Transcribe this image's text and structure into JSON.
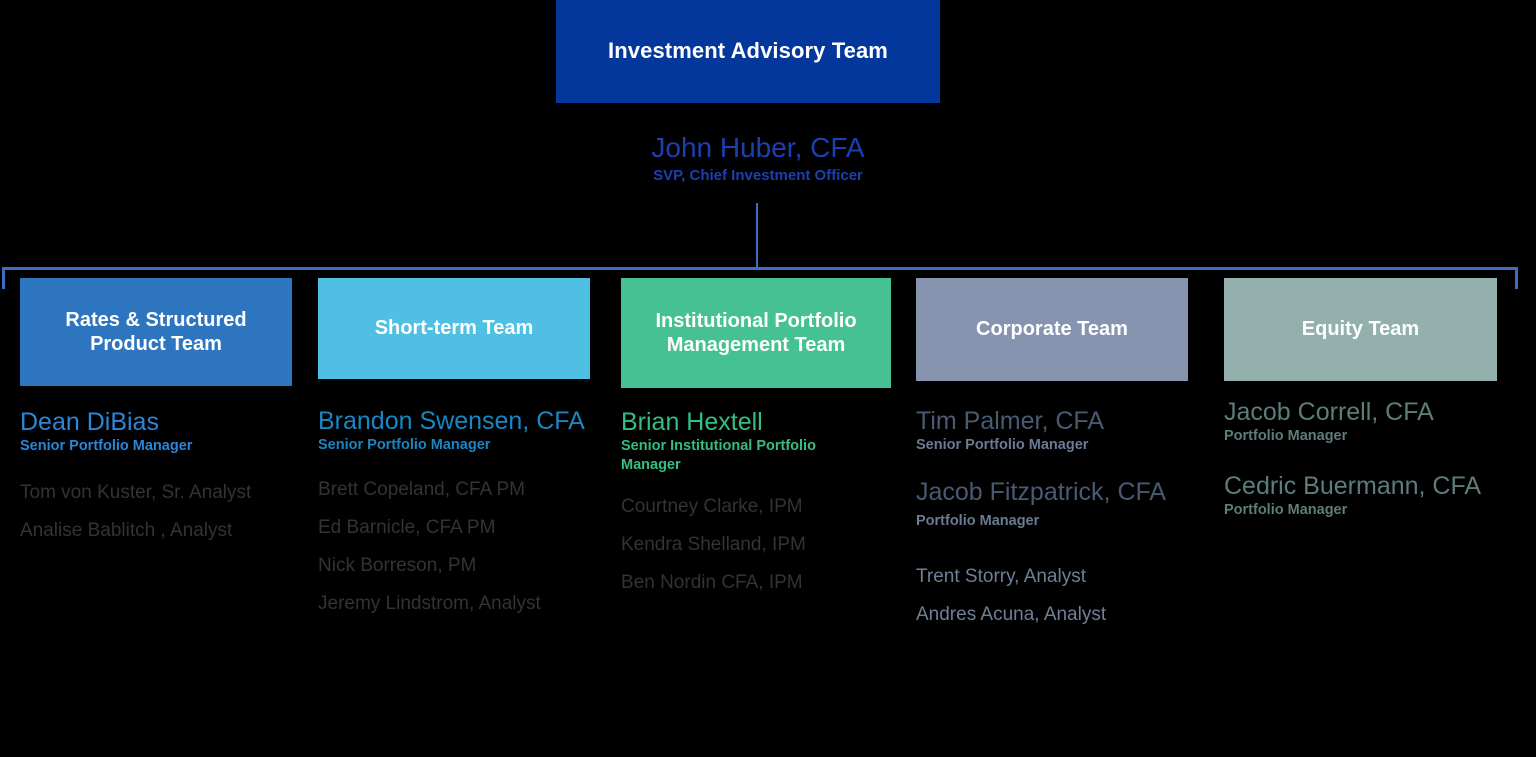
{
  "header": {
    "title": "Investment Advisory Team",
    "box_color": "#04379c"
  },
  "cio": {
    "name": "John Huber, CFA",
    "role": "SVP, Chief Investment Officer",
    "color": "#1d3fb0"
  },
  "connector": {
    "color": "#3a6fc4"
  },
  "teams": [
    {
      "team_name": "Rates & Structured Product Team",
      "header_color": "#2e75c0",
      "accent_color": "#2a86d8",
      "leads": [
        {
          "name": "Dean DiBias",
          "role": "Senior Portfolio Manager"
        }
      ],
      "members": [
        "Tom von Kuster, Sr. Analyst",
        "Analise Bablitch , Analyst"
      ]
    },
    {
      "team_name": "Short-term Team",
      "header_color": "#4fc0e4",
      "accent_color": "#1b86c4",
      "leads": [
        {
          "name": "Brandon Swensen, CFA",
          "role": "Senior Portfolio Manager"
        }
      ],
      "members": [
        "Brett Copeland, CFA PM",
        "Ed Barnicle, CFA PM",
        "Nick Borreson, PM",
        "Jeremy Lindstrom, Analyst"
      ]
    },
    {
      "team_name": "Institutional Portfolio Management Team",
      "header_color": "#45c193",
      "accent_color": "#34bf82",
      "leads": [
        {
          "name": "Brian Hextell",
          "role": "Senior Institutional Portfolio Manager"
        }
      ],
      "members": [
        "Courtney Clarke, IPM",
        "Kendra Shelland, IPM",
        "Ben Nordin CFA, IPM"
      ]
    },
    {
      "team_name": "Corporate Team",
      "header_color": "#8694b0",
      "accent_color": "#4a5a72",
      "leads": [
        {
          "name": "Tim Palmer, CFA",
          "role": "Senior Portfolio Manager"
        },
        {
          "name": "Jacob Fitzpatrick, CFA",
          "role": "Portfolio Manager"
        }
      ],
      "members": [
        "Trent Storry, Analyst",
        "Andres Acuna, Analyst"
      ]
    },
    {
      "team_name": "Equity Team",
      "header_color": "#93b0ad",
      "accent_color": "#5d7d7a",
      "leads": [
        {
          "name": "Jacob Correll, CFA",
          "role": "Portfolio Manager"
        },
        {
          "name": "Cedric Buermann, CFA",
          "role": "Portfolio Manager"
        }
      ],
      "members": []
    }
  ]
}
